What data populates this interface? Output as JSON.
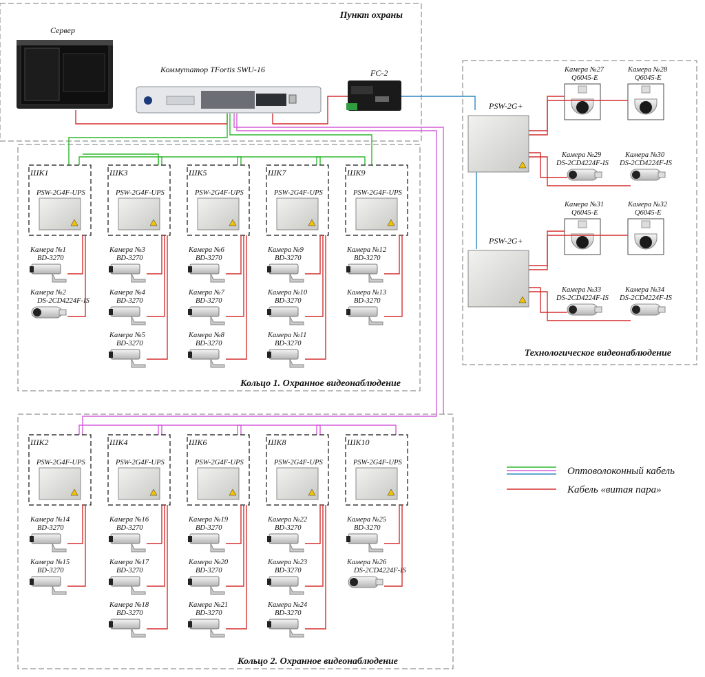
{
  "colors": {
    "fiber_green": "#2eb82e",
    "fiber_blue": "#2e86c1",
    "fiber_pink": "#d35fd8",
    "twisted_pair": "#d32f2f"
  },
  "zones": {
    "security_post": "Пункт охраны",
    "ring1": "Кольцо 1. Охранное видеонаблюдение",
    "ring2": "Кольцо 2. Охранное видеонаблюдение",
    "tech": "Технологическое видеонаблюдение"
  },
  "devices": {
    "server": "Сервер",
    "switch": "Коммутатор TFortis SWU-16",
    "fc": "FC-2",
    "psw_model": "PSW-2G4F-UPS",
    "psw_tech": "PSW-2G+"
  },
  "legend": {
    "fiber": "Оптоволоконный кабель",
    "twisted": "Кабель «витая пара»"
  },
  "ring1": [
    {
      "cabinet": "ШК1",
      "cameras": [
        {
          "name": "Камера №1",
          "model": "BD-3270",
          "kind": "box"
        },
        {
          "name": "Камера №2",
          "model": "DS-2CD4224F-IS",
          "kind": "bullet"
        }
      ]
    },
    {
      "cabinet": "ШК3",
      "cameras": [
        {
          "name": "Камера №3",
          "model": "BD-3270",
          "kind": "box"
        },
        {
          "name": "Камера №4",
          "model": "BD-3270",
          "kind": "box"
        },
        {
          "name": "Камера №5",
          "model": "BD-3270",
          "kind": "box"
        }
      ]
    },
    {
      "cabinet": "ШК5",
      "cameras": [
        {
          "name": "Камера №6",
          "model": "BD-3270",
          "kind": "box"
        },
        {
          "name": "Камера №7",
          "model": "BD-3270",
          "kind": "box"
        },
        {
          "name": "Камера №8",
          "model": "BD-3270",
          "kind": "box"
        }
      ]
    },
    {
      "cabinet": "ШК7",
      "cameras": [
        {
          "name": "Камера №9",
          "model": "BD-3270",
          "kind": "box"
        },
        {
          "name": "Камера №10",
          "model": "BD-3270",
          "kind": "box"
        },
        {
          "name": "Камера №11",
          "model": "BD-3270",
          "kind": "box"
        }
      ]
    },
    {
      "cabinet": "ШК9",
      "cameras": [
        {
          "name": "Камера №12",
          "model": "BD-3270",
          "kind": "box"
        },
        {
          "name": "Камера №13",
          "model": "BD-3270",
          "kind": "box"
        }
      ]
    }
  ],
  "ring2": [
    {
      "cabinet": "ШК2",
      "cameras": [
        {
          "name": "Камера №14",
          "model": "BD-3270",
          "kind": "box"
        },
        {
          "name": "Камера №15",
          "model": "BD-3270",
          "kind": "box"
        }
      ]
    },
    {
      "cabinet": "ШК4",
      "cameras": [
        {
          "name": "Камера №16",
          "model": "BD-3270",
          "kind": "box"
        },
        {
          "name": "Камера №17",
          "model": "BD-3270",
          "kind": "box"
        },
        {
          "name": "Камера №18",
          "model": "BD-3270",
          "kind": "box"
        }
      ]
    },
    {
      "cabinet": "ШК6",
      "cameras": [
        {
          "name": "Камера №19",
          "model": "BD-3270",
          "kind": "box"
        },
        {
          "name": "Камера №20",
          "model": "BD-3270",
          "kind": "box"
        },
        {
          "name": "Камера №21",
          "model": "BD-3270",
          "kind": "box"
        }
      ]
    },
    {
      "cabinet": "ШК8",
      "cameras": [
        {
          "name": "Камера №22",
          "model": "BD-3270",
          "kind": "box"
        },
        {
          "name": "Камера №23",
          "model": "BD-3270",
          "kind": "box"
        },
        {
          "name": "Камера №24",
          "model": "BD-3270",
          "kind": "box"
        }
      ]
    },
    {
      "cabinet": "ШК10",
      "cameras": [
        {
          "name": "Камера №25",
          "model": "BD-3270",
          "kind": "box"
        },
        {
          "name": "Камера №26",
          "model": "DS-2CD4224F-IS",
          "kind": "bullet"
        }
      ]
    }
  ],
  "tech": [
    {
      "cameras": [
        {
          "name": "Камера №27",
          "model": "Q6045-E",
          "kind": "dome"
        },
        {
          "name": "Камера №28",
          "model": "Q6045-E",
          "kind": "dome"
        },
        {
          "name": "Камера №29",
          "model": "DS-2CD4224F-IS",
          "kind": "bullet"
        },
        {
          "name": "Камера №30",
          "model": "DS-2CD4224F-IS",
          "kind": "bullet"
        }
      ]
    },
    {
      "cameras": [
        {
          "name": "Камера №31",
          "model": "Q6045-E",
          "kind": "dome"
        },
        {
          "name": "Камера №32",
          "model": "Q6045-E",
          "kind": "dome"
        },
        {
          "name": "Камера №33",
          "model": "DS-2CD4224F-IS",
          "kind": "bullet"
        },
        {
          "name": "Камера №34",
          "model": "DS-2CD4224F-IS",
          "kind": "bullet"
        }
      ]
    }
  ]
}
